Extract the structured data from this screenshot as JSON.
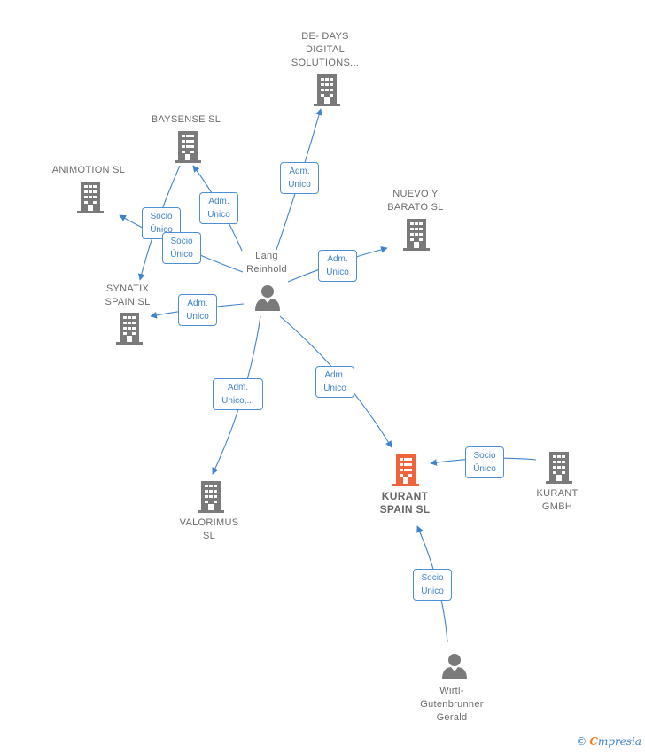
{
  "colors": {
    "edge": "#3f83cf",
    "building": "#7a7a7a",
    "building_highlight": "#f0643c",
    "person": "#7a7a7a"
  },
  "nodes": {
    "lang": {
      "label": "Lang\nReinhold",
      "icon": "person-icon"
    },
    "dedays": {
      "label": "DE- DAYS\nDIGITAL\nSOLUTIONS...",
      "icon": "building-icon"
    },
    "baysense": {
      "label": "BAYSENSE  SL",
      "icon": "building-icon"
    },
    "animotion": {
      "label": "ANIMOTION SL",
      "icon": "building-icon"
    },
    "nuevo": {
      "label": "NUEVO Y\nBARATO SL",
      "icon": "building-icon"
    },
    "synatix": {
      "label": "SYNATIX\nSPAIN  SL",
      "icon": "building-icon"
    },
    "valorimus": {
      "label": "VALORIMUS\nSL",
      "icon": "building-icon"
    },
    "kurant_spain": {
      "label": "KURANT\nSPAIN  SL",
      "icon": "building-icon"
    },
    "kurant_gmbh": {
      "label": "KURANT\nGMBH",
      "icon": "building-icon"
    },
    "wirtl": {
      "label": "Wirtl-\nGutenbrunner\nGerald",
      "icon": "person-icon"
    }
  },
  "edges": {
    "lang_dedays": "Adm.\nUnico",
    "lang_baysense": "Adm.\nUnico",
    "lang_animotion": "Socio\nÚnico",
    "lang_synatix_socio": "Socio\nÚnico",
    "lang_nuevo": "Adm.\nUnico",
    "lang_synatix_adm": "Adm.\nUnico",
    "lang_valorimus": "Adm.\nUnico,...",
    "lang_kurant": "Adm.\nUnico",
    "gmbh_kurant": "Socio\nÚnico",
    "wirtl_kurant": "Socio\nÚnico"
  },
  "brand": {
    "copyright": "©",
    "first_letter": "C",
    "rest": "mpresia"
  }
}
